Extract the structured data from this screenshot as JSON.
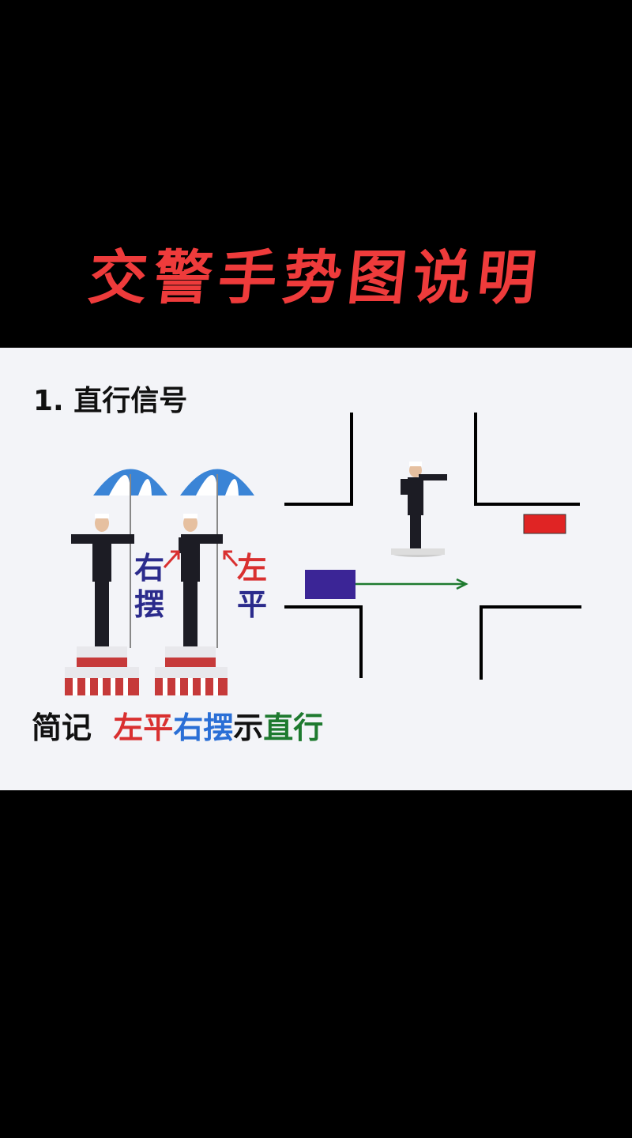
{
  "title": "交警手势图说明",
  "section": {
    "heading": "1. 直行信号"
  },
  "left_label": {
    "char1": "右",
    "char2": "摆"
  },
  "right_label": {
    "char1": "左",
    "char2": "平"
  },
  "mnemonic": {
    "prefix": "简记",
    "part1": "左平",
    "part2": "右摆",
    "part3": "示",
    "part4": "直行"
  },
  "colors": {
    "title": "#ee3b3b",
    "left_flat": "#d93030",
    "right_swing": "#2a6fd6",
    "go_straight": "#1e7a2f",
    "car_blue": "#3b2596",
    "car_red": "#e02424",
    "arrow": "#1e7a2f"
  }
}
